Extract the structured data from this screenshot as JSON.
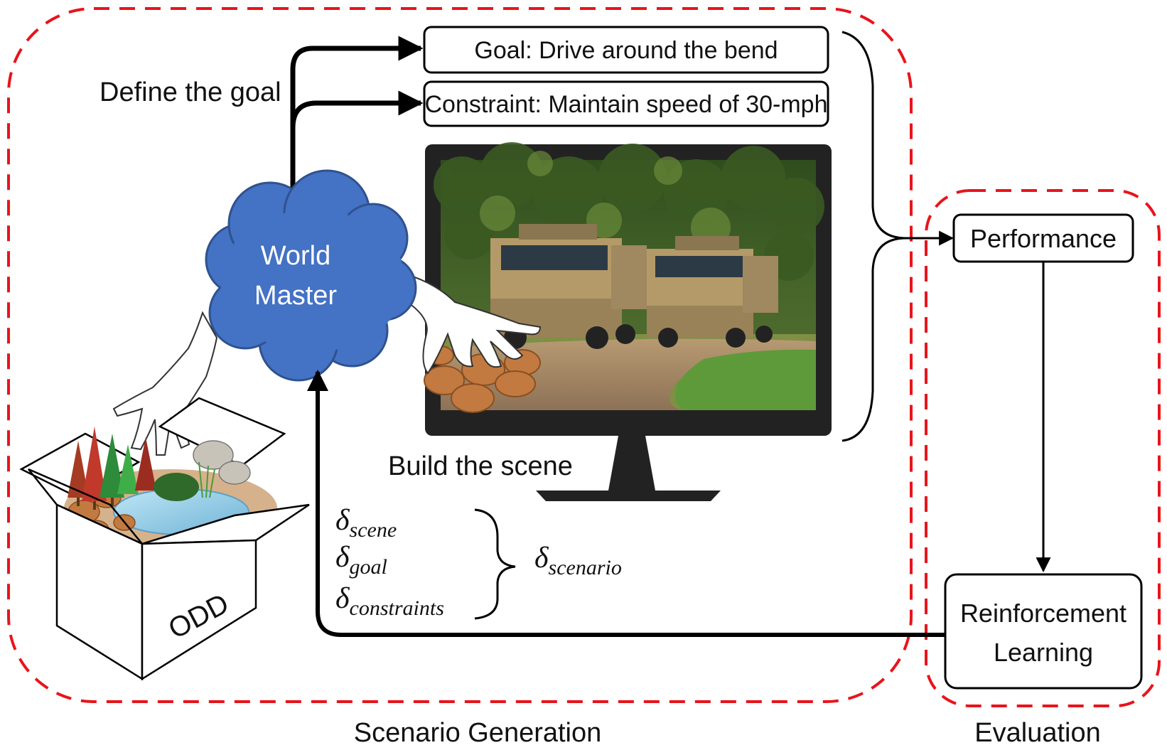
{
  "labels": {
    "define_goal": "Define the goal",
    "build_scene": "Build the scene",
    "scenario_generation": "Scenario Generation",
    "evaluation": "Evaluation"
  },
  "boxes": {
    "goal": "Goal: Drive around the bend",
    "constraint": "Constraint: Maintain speed of 30-mph",
    "performance": "Performance",
    "rl_line1": "Reinforcement",
    "rl_line2": "Learning"
  },
  "cloud": {
    "line1": "World",
    "line2": "Master",
    "color": "#4472c4"
  },
  "odd_box": {
    "label": "ODD"
  },
  "deltas": {
    "symbol": "δ",
    "scene": "scene",
    "goal": "goal",
    "constraints": "constraints",
    "scenario": "scenario"
  },
  "colors": {
    "dashed_region": "#e8141b",
    "arrow": "#000000",
    "box_border": "#000000"
  }
}
